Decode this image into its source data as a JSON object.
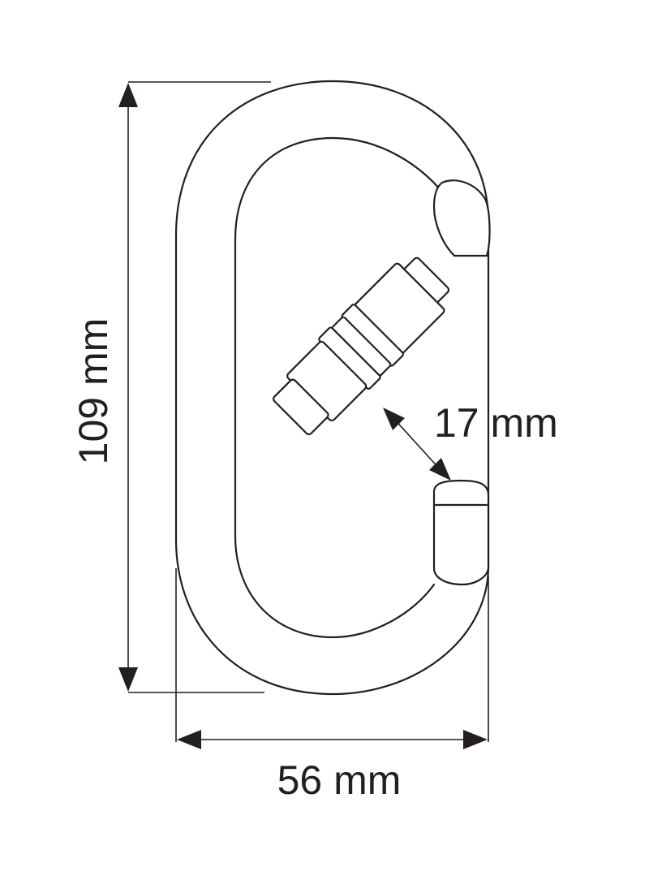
{
  "dimensions": {
    "height_label": "109 mm",
    "width_label": "56 mm",
    "gate_opening_label": "17 mm"
  },
  "colors": {
    "line": "#231f20",
    "background": "#ffffff"
  }
}
